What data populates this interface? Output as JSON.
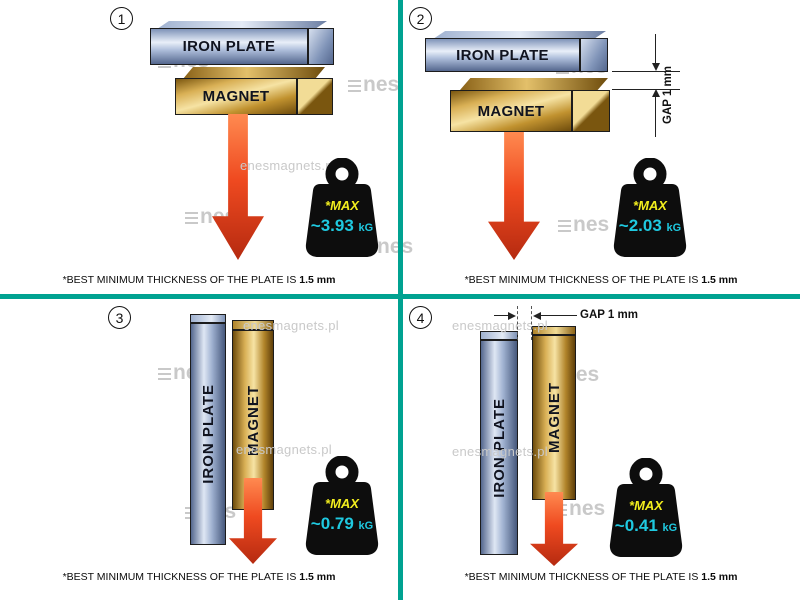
{
  "colors": {
    "divider_teal": "#00a291",
    "iron_steel": "#9fb1d0",
    "magnet_gold": "#d9b055",
    "arrow_red": "#ef4a20",
    "max_yellow": "#f2ee1e",
    "value_cyan": "#1fc9e0"
  },
  "watermark": {
    "site": "enesmagnets.pl",
    "logo": "nes"
  },
  "panels": [
    {
      "number": "1",
      "plate_label": "IRON PLATE",
      "magnet_label": "MAGNET",
      "max_label": "*MAX",
      "value": "~3.93",
      "unit": "kG",
      "caption": "*BEST MINIMUM THICKNESS OF THE PLATE IS",
      "caption_bold": "1.5 mm"
    },
    {
      "number": "2",
      "plate_label": "IRON PLATE",
      "magnet_label": "MAGNET",
      "max_label": "*MAX",
      "value": "~2.03",
      "unit": "kG",
      "gap_label": "GAP  1 mm",
      "caption": "*BEST MINIMUM THICKNESS OF THE PLATE IS",
      "caption_bold": "1.5 mm"
    },
    {
      "number": "3",
      "plate_label": "IRON PLATE",
      "magnet_label": "MAGNET",
      "max_label": "*MAX",
      "value": "~0.79",
      "unit": "kG",
      "caption": "*BEST MINIMUM THICKNESS OF THE PLATE IS",
      "caption_bold": "1.5 mm"
    },
    {
      "number": "4",
      "plate_label": "IRON PLATE",
      "magnet_label": "MAGNET",
      "max_label": "*MAX",
      "value": "~0.41",
      "unit": "kG",
      "gap_label": "GAP  1 mm",
      "caption": "*BEST MINIMUM THICKNESS OF THE PLATE IS",
      "caption_bold": "1.5 mm"
    }
  ]
}
